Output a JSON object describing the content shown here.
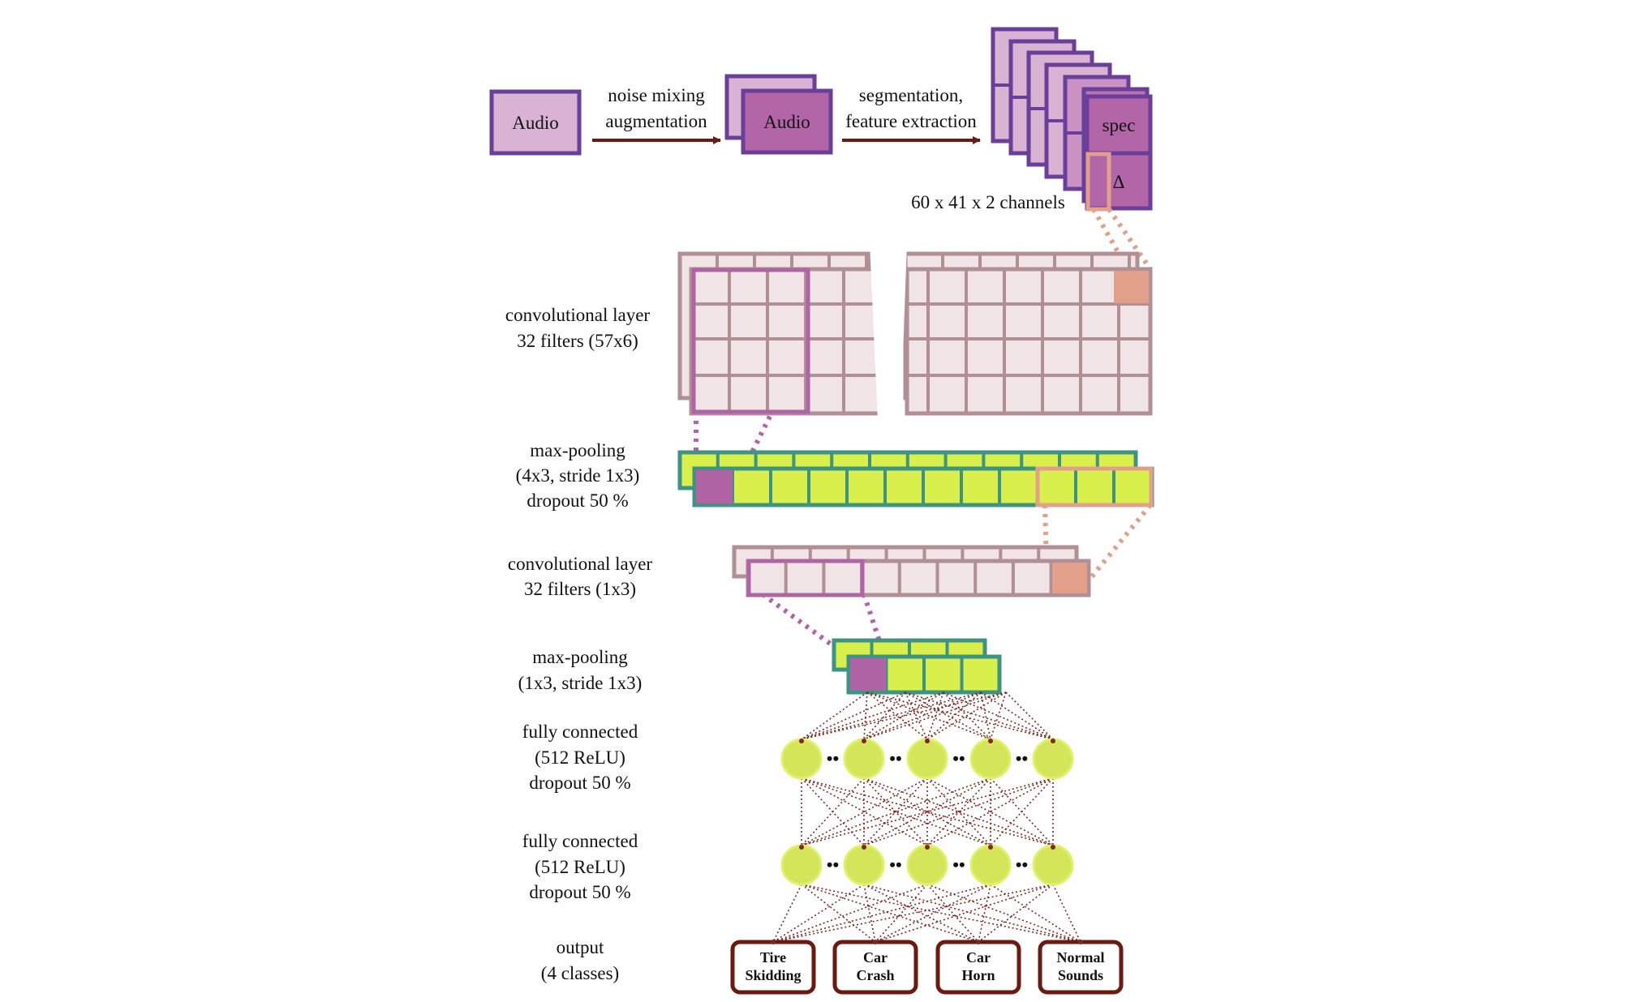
{
  "colors": {
    "audio_light": "#d9b3d4",
    "audio_dark": "#b265a7",
    "purple_border": "#6a3f99",
    "arrow": "#6b1a12",
    "conv_cell": "#f0e4e6",
    "conv_border": "#b08f95",
    "window_purple": "#b064a6",
    "window_salmon": "#e2a08a",
    "pool_fill": "#d9ef4c",
    "pool_border": "#3d9482",
    "neuron": "#d4e55a",
    "neuron_edge": "#dff26a",
    "connection": "#7a2a20",
    "output_border": "#6b1a12"
  },
  "input": {
    "audio_label": "Audio",
    "augmented_label": "Audio",
    "spec_label": "spec",
    "delta_label": "Δ",
    "shape_label": "60 x 41 x 2 channels"
  },
  "arrows": [
    {
      "line1": "noise mixing",
      "line2": "augmentation"
    },
    {
      "line1": "segmentation,",
      "line2": "feature extraction"
    }
  ],
  "layers": {
    "conv1": [
      "convolutional layer",
      "32 filters (57x6)"
    ],
    "pool1": [
      "max-pooling",
      "(4x3, stride 1x3)",
      "dropout 50 %"
    ],
    "conv2": [
      "convolutional layer",
      "32 filters (1x3)"
    ],
    "pool2": [
      "max-pooling",
      "(1x3, stride 1x3)"
    ],
    "fc1": [
      "fully connected",
      "(512 ReLU)",
      "dropout 50 %"
    ],
    "fc2": [
      "fully connected",
      "(512 ReLU)",
      "dropout 50 %"
    ],
    "output": [
      "output",
      "(4 classes)"
    ]
  },
  "classes": [
    [
      "Tire",
      "Skidding"
    ],
    [
      "Car",
      "Crash"
    ],
    [
      "Car",
      "Horn"
    ],
    [
      "Normal",
      "Sounds"
    ]
  ],
  "neuron_separator": "••"
}
